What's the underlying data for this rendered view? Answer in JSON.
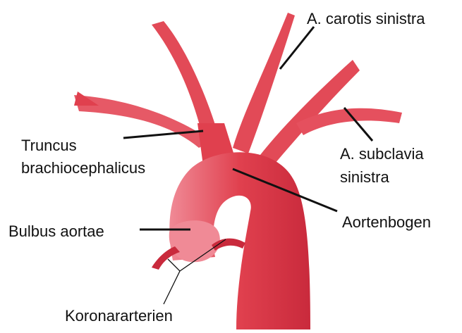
{
  "labels": {
    "carotis_line1": "A. carotis sinistra",
    "truncus_line1": "Truncus",
    "truncus_line2": "brachiocephalicus",
    "subclavia_line1": "A. subclavia",
    "subclavia_line2": "sinistra",
    "aortenbogen": "Aortenbogen",
    "bulbus": "Bulbus aortae",
    "koronar": "Koronararterien"
  },
  "colors": {
    "vessel": "#e0404e",
    "vessel_dark": "#c92a3c",
    "vessel_light": "#f08a96",
    "leader": "#111111"
  }
}
